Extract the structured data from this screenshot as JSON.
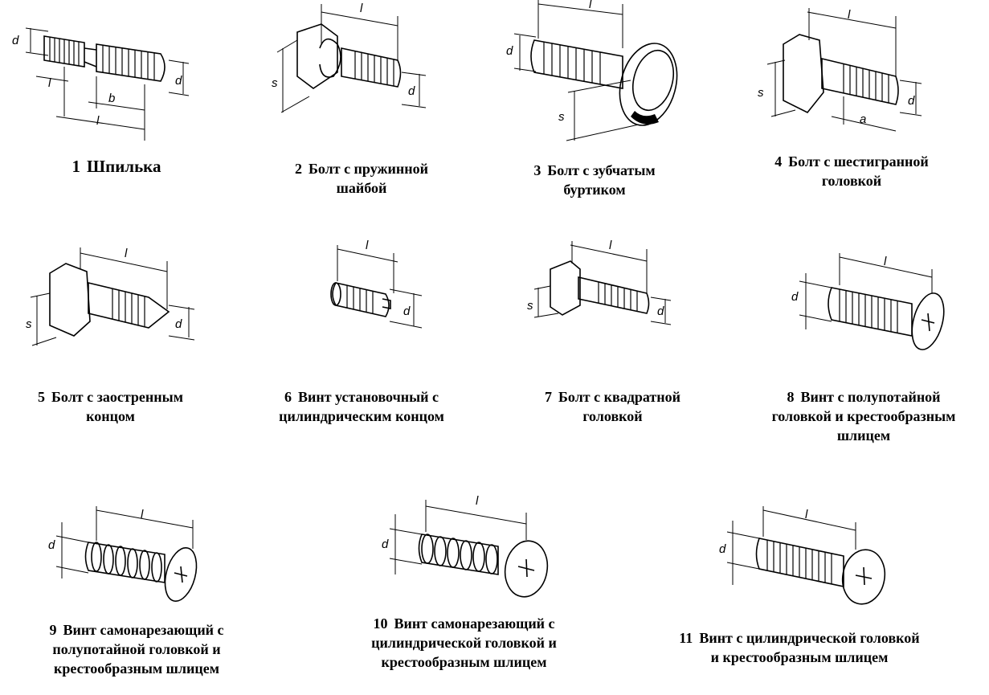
{
  "figures": [
    {
      "number": "1",
      "caption": [
        "Шпилька"
      ],
      "dims": [
        "d",
        "l",
        "b",
        "l",
        "d"
      ]
    },
    {
      "number": "2",
      "caption": [
        "Болт с пружинной",
        "шайбой"
      ],
      "dims": [
        "l",
        "s",
        "d"
      ]
    },
    {
      "number": "3",
      "caption": [
        "Болт с зубчатым",
        "буртиком"
      ],
      "dims": [
        "l",
        "d",
        "s"
      ]
    },
    {
      "number": "4",
      "caption": [
        "Болт с шестигранной",
        "головкой"
      ],
      "dims": [
        "l",
        "s",
        "d",
        "a"
      ]
    },
    {
      "number": "5",
      "caption": [
        "Болт с заостренным",
        "концом"
      ],
      "dims": [
        "l",
        "s",
        "d"
      ]
    },
    {
      "number": "6",
      "caption": [
        "Винт установочный с",
        "цилиндрическим концом"
      ],
      "dims": [
        "l",
        "d"
      ]
    },
    {
      "number": "7",
      "caption": [
        "Болт с квадратной",
        "головкой"
      ],
      "dims": [
        "l",
        "s",
        "d"
      ]
    },
    {
      "number": "8",
      "caption": [
        "Винт с   полупотайной",
        "головкой и крестообразным",
        "шлицем"
      ],
      "dims": [
        "l",
        "d"
      ]
    },
    {
      "number": "9",
      "caption": [
        "Винт самонарезающий с",
        "полупотайной головкой и",
        "крестообразным шлицем"
      ],
      "dims": [
        "l",
        "d"
      ]
    },
    {
      "number": "10",
      "caption": [
        "Винт самонарезающий с",
        "цилиндрической головкой и",
        "крестообразным шлицем"
      ],
      "dims": [
        "l",
        "d"
      ]
    },
    {
      "number": "11",
      "caption": [
        "Винт с цилиндрической головкой",
        "и крестообразным шлицем"
      ],
      "dims": [
        "l",
        "d"
      ]
    }
  ]
}
